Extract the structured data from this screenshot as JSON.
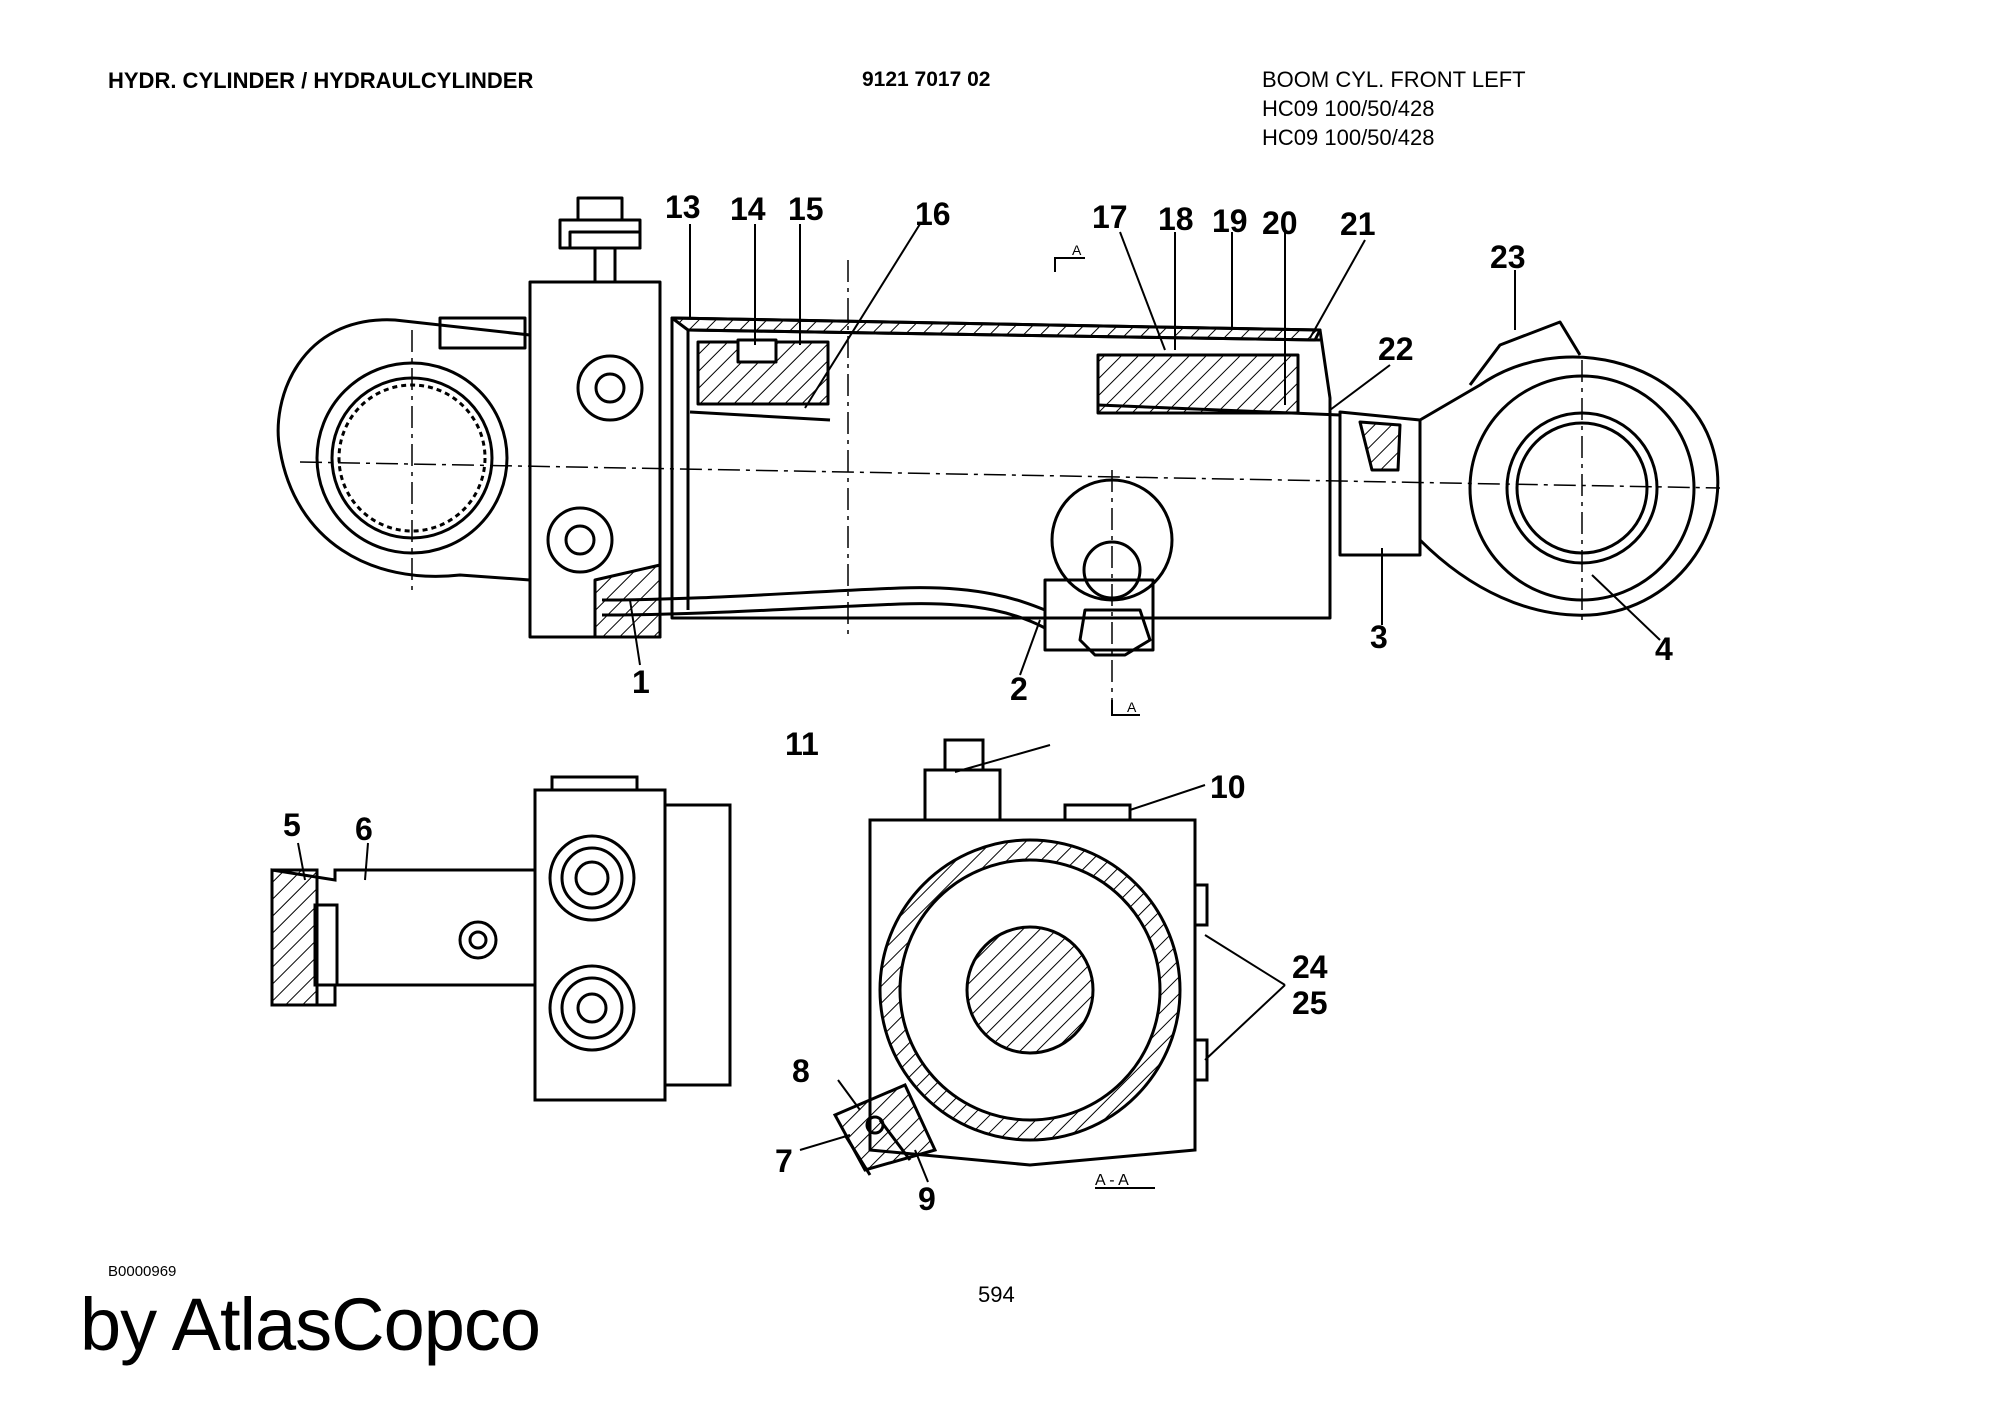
{
  "header": {
    "title": "HYDR. CYLINDER / HYDRAULCYLINDER",
    "part_number": "9121 7017 02",
    "description_lines": [
      "BOOM CYL. FRONT LEFT",
      "HC09 100/50/428",
      "HC09 100/50/428"
    ]
  },
  "callouts": [
    "1",
    "2",
    "3",
    "4",
    "5",
    "6",
    "7",
    "8",
    "9",
    "10",
    "11",
    "13",
    "14",
    "15",
    "16",
    "17",
    "18",
    "19",
    "20",
    "21",
    "22",
    "23",
    "24",
    "25"
  ],
  "section_marks": {
    "a": "A",
    "section": "A - A"
  },
  "footer": {
    "drawing_ref": "B0000969",
    "page_number": "594",
    "brand": "by AtlasCopco"
  }
}
